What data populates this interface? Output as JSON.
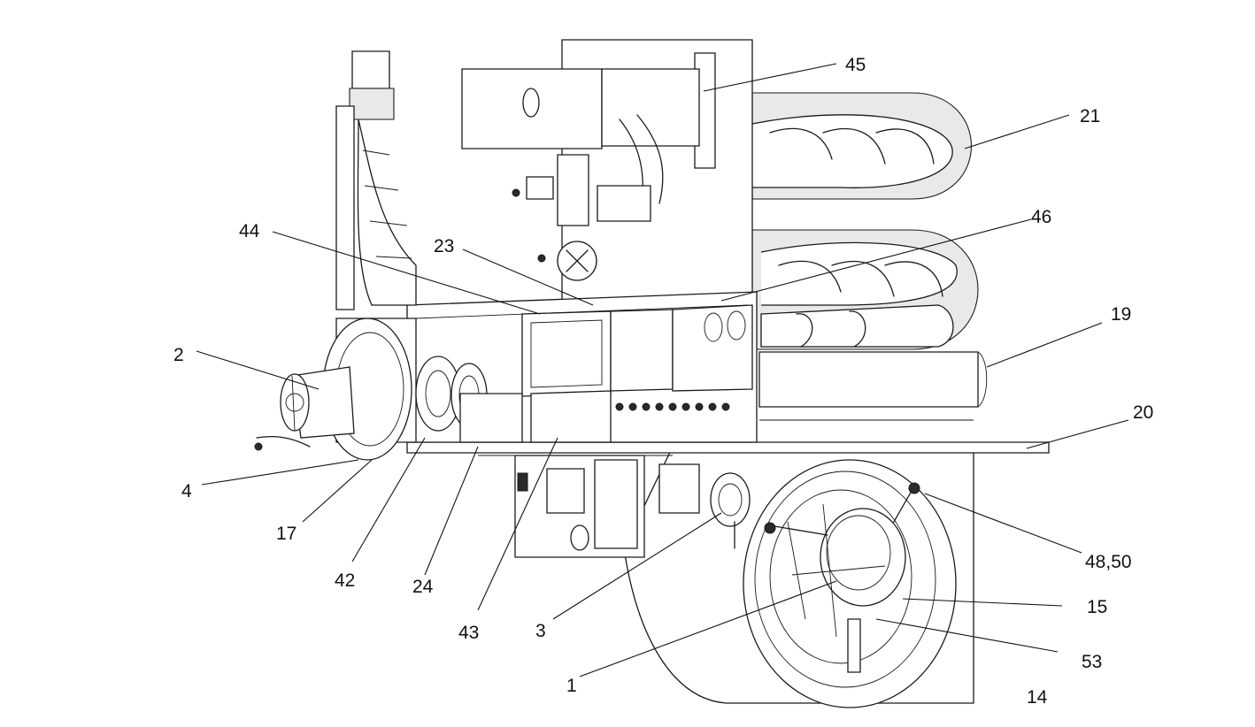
{
  "callouts": [
    "45",
    "21",
    "46",
    "44",
    "23",
    "19",
    "2",
    "20",
    "4",
    "17",
    "42",
    "24",
    "43",
    "3",
    "48,50",
    "15",
    "53",
    "1",
    "14"
  ]
}
